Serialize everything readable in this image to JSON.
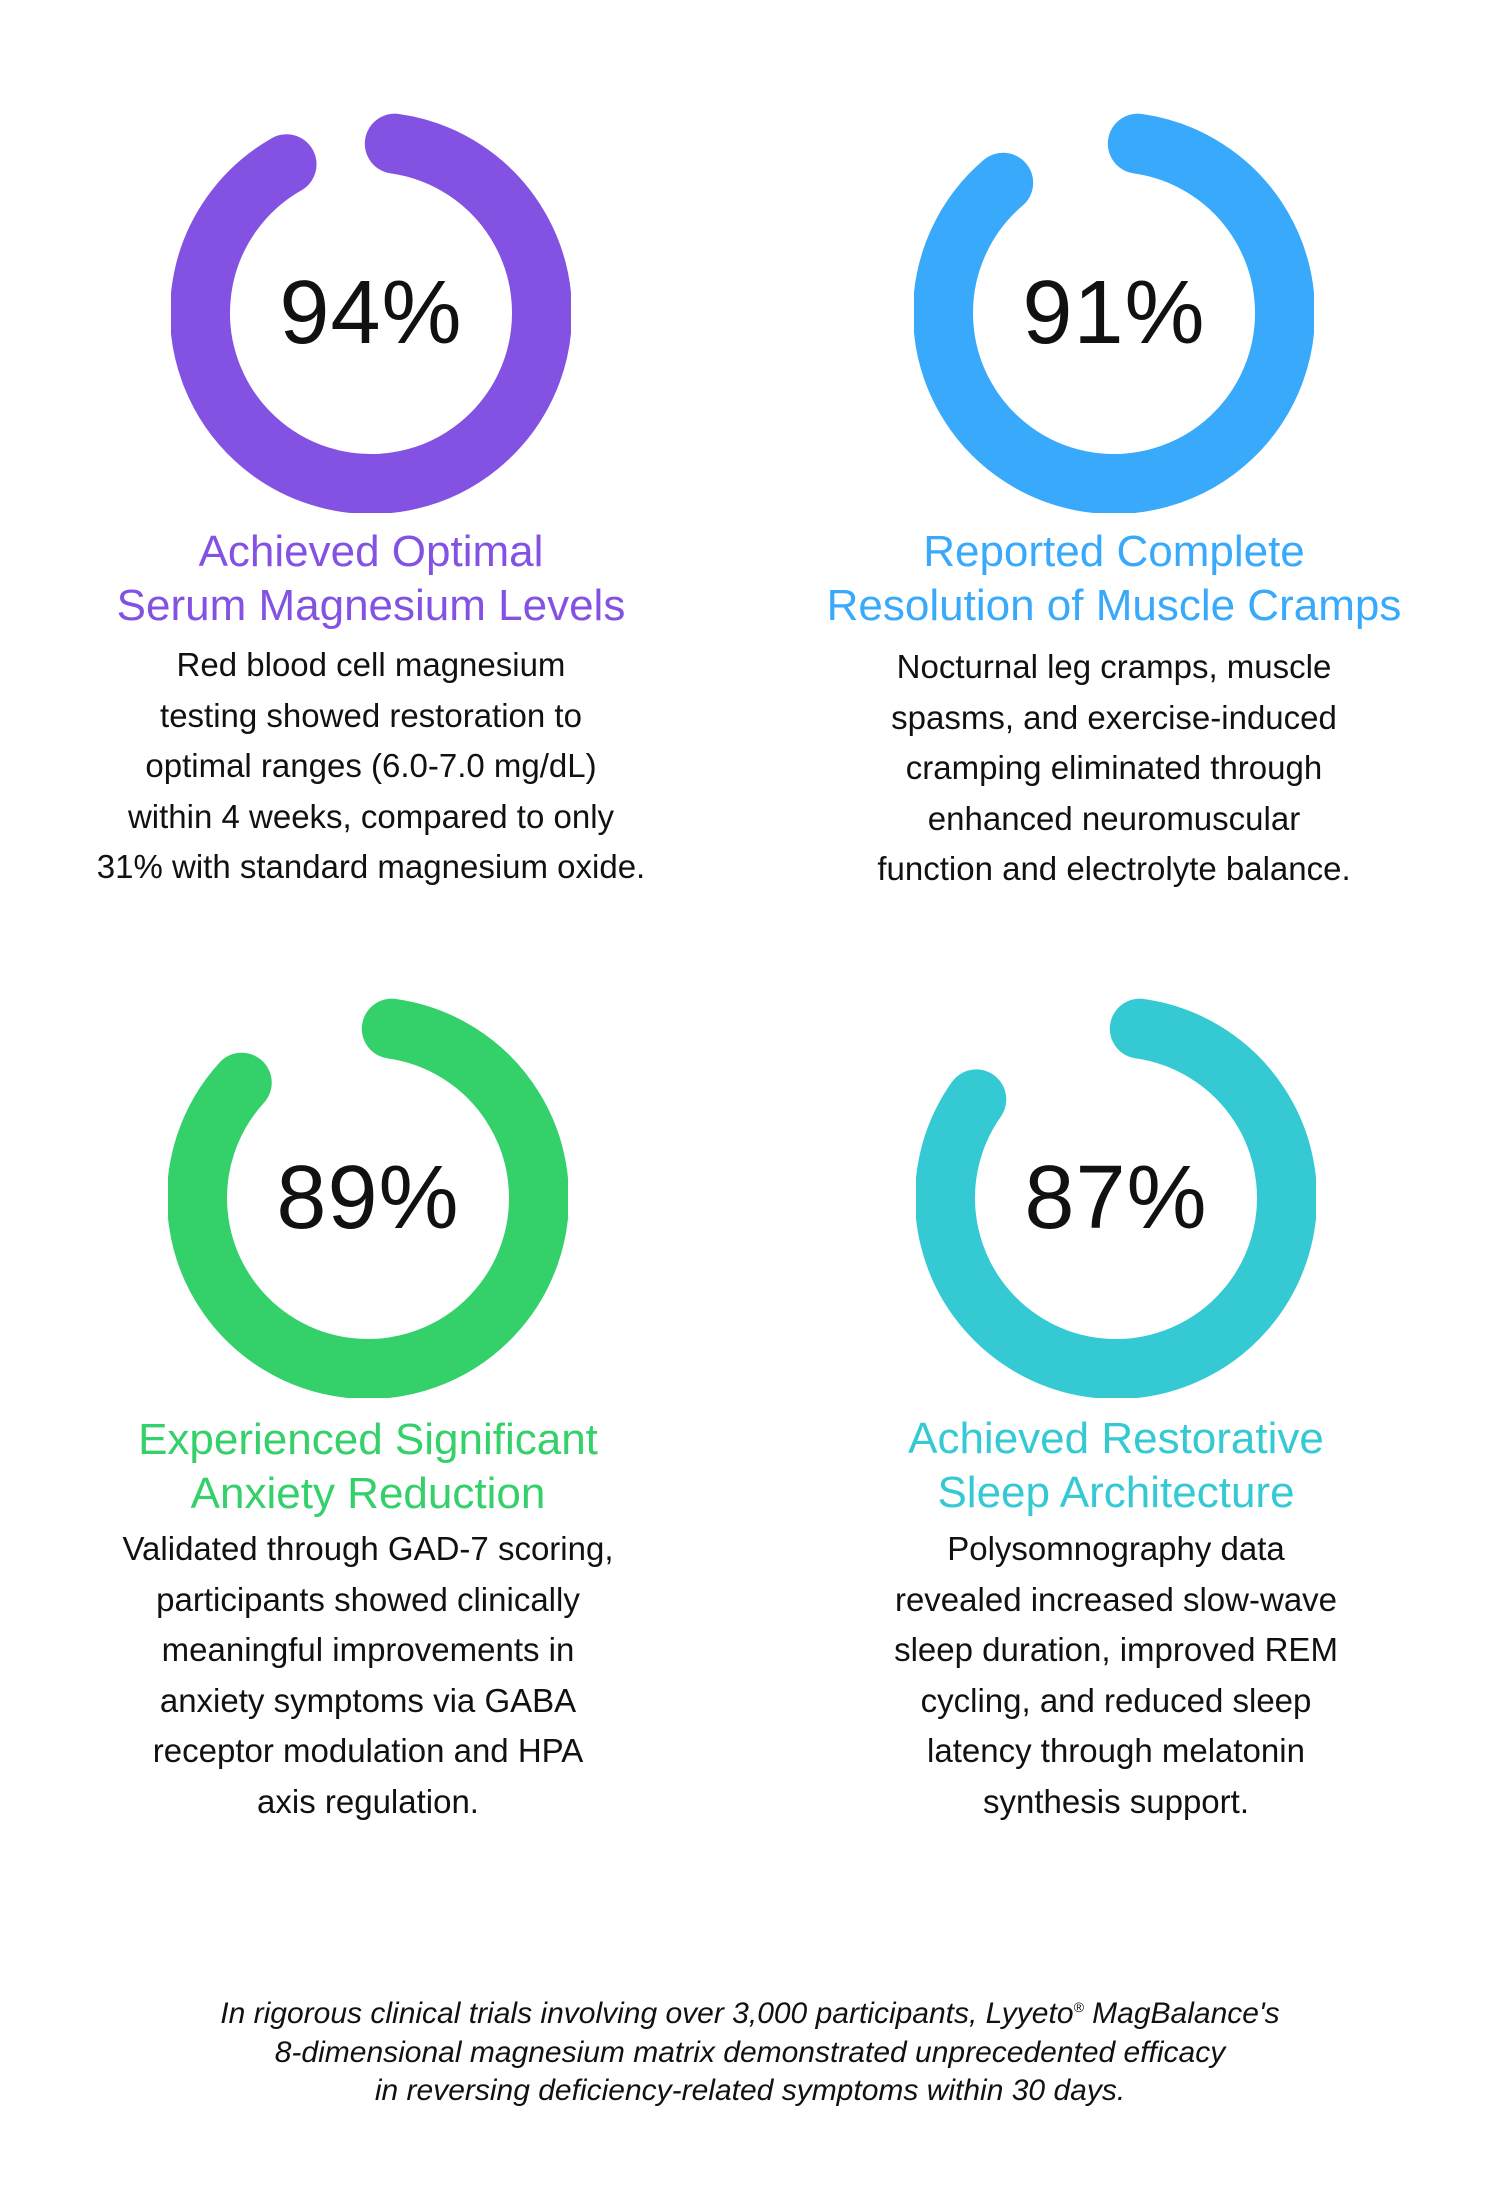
{
  "stats": [
    {
      "value": 94,
      "label": "94%",
      "color": "#8352E3",
      "title": [
        "Achieved Optimal",
        "Serum Magnesium Levels"
      ],
      "body": [
        "Red blood cell magnesium",
        "testing showed restoration to",
        "optimal ranges (6.0-7.0 mg/dL)",
        "within 4 weeks, compared to only",
        "31% with standard magnesium oxide."
      ]
    },
    {
      "value": 91,
      "label": "91%",
      "color": "#38A9FB",
      "title": [
        "Reported Complete",
        "Resolution of Muscle Cramps"
      ],
      "body": [
        "Nocturnal leg cramps, muscle",
        "spasms, and exercise-induced",
        "cramping eliminated through",
        "enhanced neuromuscular",
        "function and electrolyte balance."
      ]
    },
    {
      "value": 89,
      "label": "89%",
      "color": "#34D06A",
      "title": [
        "Experienced Significant",
        "Anxiety Reduction"
      ],
      "body": [
        "Validated through GAD-7 scoring,",
        "participants showed clinically",
        "meaningful improvements in",
        "anxiety symptoms via GABA",
        "receptor modulation and HPA",
        "axis regulation."
      ]
    },
    {
      "value": 87,
      "label": "87%",
      "color": "#35CAD3",
      "title": [
        "Achieved Restorative",
        "Sleep Architecture"
      ],
      "body": [
        "Polysomnography data",
        "revealed increased slow-wave",
        "sleep duration, improved REM",
        "cycling, and reduced sleep",
        "latency through melatonin",
        "synthesis support."
      ]
    }
  ],
  "footer": {
    "line1_pre": "In rigorous clinical trials involving over 3,000 participants, Lyyeto",
    "registered": "®",
    "line1_post": " MagBalance's",
    "line2": "8-dimensional magnesium matrix demonstrated unprecedented efficacy",
    "line3": "in reversing deficiency-related symptoms within 30 days."
  }
}
